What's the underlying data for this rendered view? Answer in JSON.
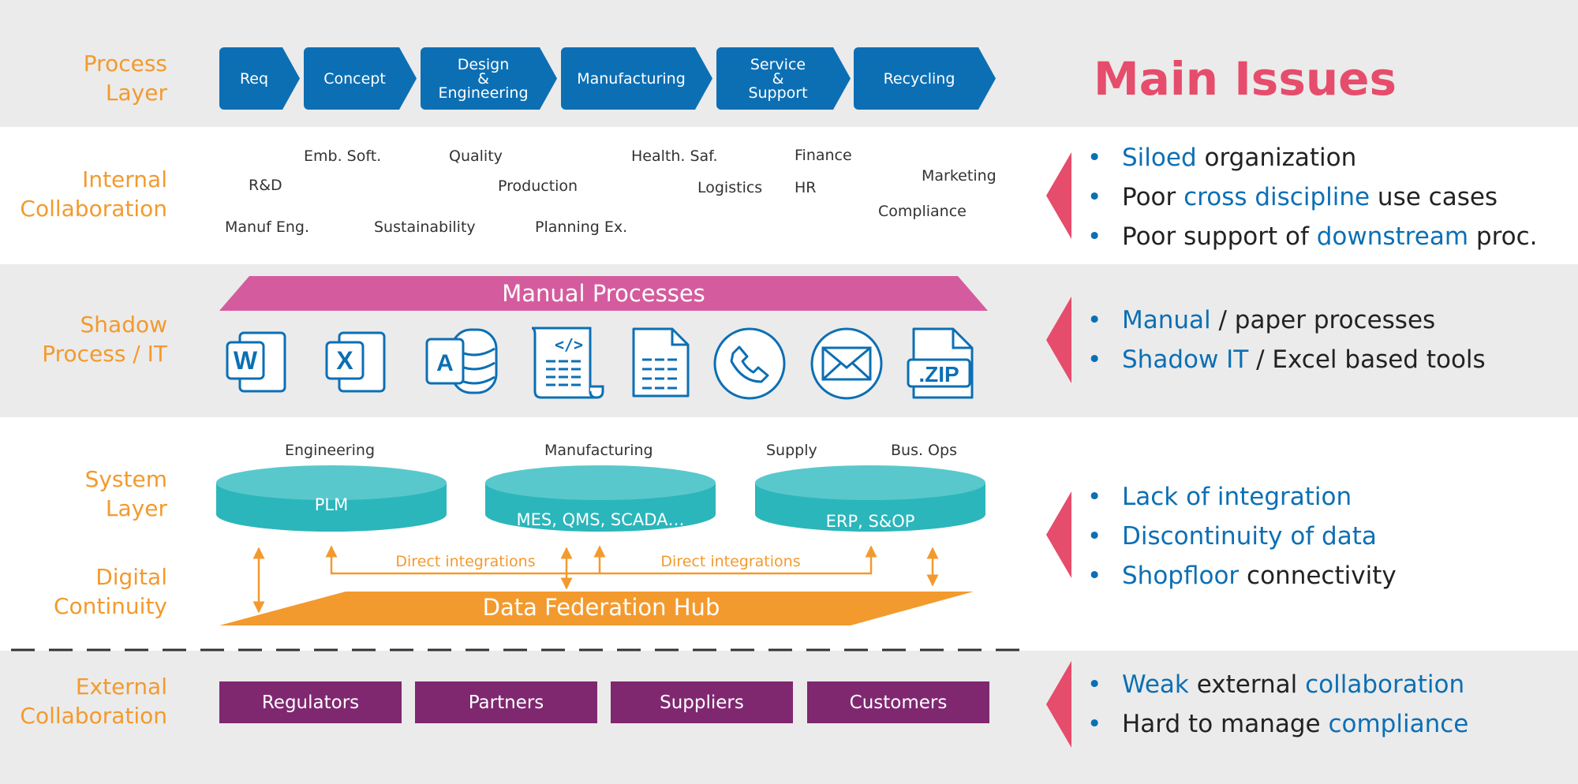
{
  "colors": {
    "orange": "#f39a2e",
    "blue": "#0c6fb4",
    "pink": "#e64c6b",
    "magenta": "#d45c9e",
    "teal": "#2bb6bb",
    "purple": "#7f2870",
    "gray_band": "#ebebeb"
  },
  "layers": {
    "process": [
      "Process",
      "Layer"
    ],
    "internal": [
      "Internal",
      "Collaboration"
    ],
    "shadow": [
      "Shadow",
      "Process / IT"
    ],
    "system": [
      "System",
      "Layer"
    ],
    "digital": [
      "Digital",
      "Continuity"
    ],
    "external": [
      "External",
      "Collaboration"
    ]
  },
  "process_steps": [
    [
      "Req"
    ],
    [
      "Concept"
    ],
    [
      "Design",
      "&",
      "Engineering"
    ],
    [
      "Manufacturing"
    ],
    [
      "Service",
      "&",
      "Support"
    ],
    [
      "Recycling"
    ]
  ],
  "main_issues_title": "Main Issues",
  "roles": [
    "Emb. Soft.",
    "Quality",
    "Health. Saf.",
    "Finance",
    "R&D",
    "Production",
    "Logistics",
    "HR",
    "Marketing",
    "Compliance",
    "Manuf Eng.",
    "Sustainability",
    "Planning Ex."
  ],
  "manual_processes": "Manual Processes",
  "shadow_icons": [
    {
      "icon": "word-icon",
      "text": "W"
    },
    {
      "icon": "excel-icon",
      "text": "X"
    },
    {
      "icon": "access-database-icon",
      "text": "A"
    },
    {
      "icon": "code-document-icon",
      "text": "</>"
    },
    {
      "icon": "document-icon",
      "text": ""
    },
    {
      "icon": "phone-icon",
      "text": ""
    },
    {
      "icon": "mail-icon",
      "text": ""
    },
    {
      "icon": "zip-file-icon",
      "text": ".ZIP"
    }
  ],
  "domains": [
    "Engineering",
    "Manufacturing",
    "Supply",
    "Bus. Ops"
  ],
  "systems": [
    "PLM",
    "MES, QMS, SCADA…",
    "ERP, S&OP"
  ],
  "integrations": [
    "Direct integrations",
    "Direct integrations"
  ],
  "hub": "Data Federation Hub",
  "external_parties": [
    "Regulators",
    "Partners",
    "Suppliers",
    "Customers"
  ],
  "issues": {
    "internal": [
      [
        {
          "t": "Siloed",
          "h": true
        },
        {
          "t": " organization",
          "h": false
        }
      ],
      [
        {
          "t": "Poor ",
          "h": false
        },
        {
          "t": "cross discipline",
          "h": true
        },
        {
          "t": " use cases",
          "h": false
        }
      ],
      [
        {
          "t": "Poor support of ",
          "h": false
        },
        {
          "t": "downstream",
          "h": true
        },
        {
          "t": " proc.",
          "h": false
        }
      ]
    ],
    "shadow": [
      [
        {
          "t": "Manual",
          "h": true
        },
        {
          "t": " / paper processes",
          "h": false
        }
      ],
      [
        {
          "t": "Shadow IT",
          "h": true
        },
        {
          "t": " / Excel based tools",
          "h": false
        }
      ]
    ],
    "system": [
      [
        {
          "t": "Lack of integration",
          "h": true
        }
      ],
      [
        {
          "t": "Discontinuity of data",
          "h": true
        }
      ],
      [
        {
          "t": "Shopfloor",
          "h": true
        },
        {
          "t": " connectivity",
          "h": false
        }
      ]
    ],
    "external": [
      [
        {
          "t": "Weak",
          "h": true
        },
        {
          "t": " external ",
          "h": false
        },
        {
          "t": "collaboration",
          "h": true
        }
      ],
      [
        {
          "t": "Hard to manage ",
          "h": false
        },
        {
          "t": "compliance",
          "h": true
        }
      ]
    ]
  }
}
